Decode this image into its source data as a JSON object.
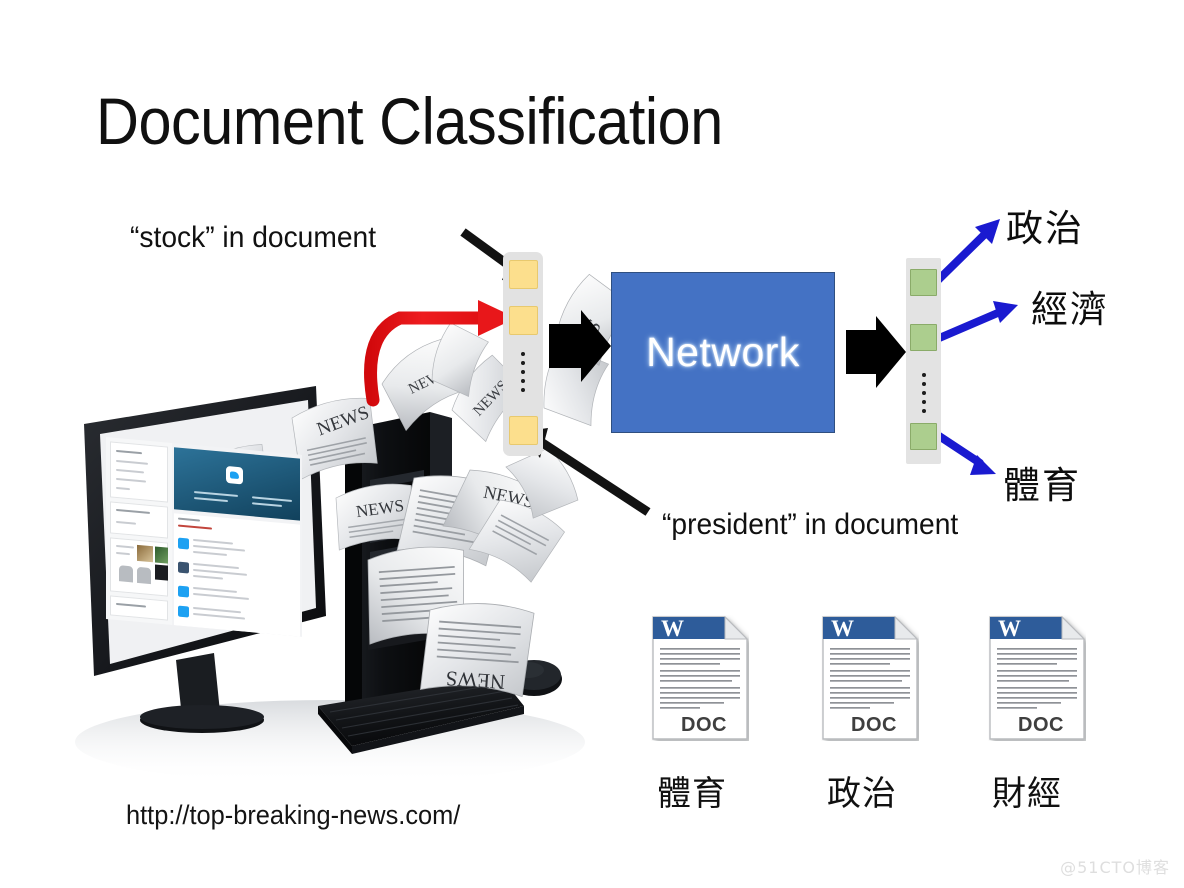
{
  "slide": {
    "title": "Document Classification",
    "background_color": "#ffffff",
    "watermark": "@51CTO博客"
  },
  "annotations": {
    "stock": "“stock” in document",
    "president": "“president” in document",
    "url": "http://top-breaking-news.com/"
  },
  "network": {
    "label": "Network",
    "box_color": "#4472c4",
    "text_color": "#ffffff",
    "border_color": "#2f4f80"
  },
  "input_vector": {
    "name": "document feature vector",
    "cell_color": "#fcdf8d",
    "cell_border": "#e8c96e",
    "column_color": "#e2e2e2",
    "cell_count_visible": 3,
    "ellipsis_dots": 5
  },
  "output_vector": {
    "name": "class score vector",
    "cell_color": "#acce8e",
    "cell_border": "#8aab69",
    "column_color": "#e3e3e3",
    "cell_count_visible": 3,
    "ellipsis_dots": 5
  },
  "output_classes": [
    {
      "label": "政治",
      "meaning": "politics"
    },
    {
      "label": "經濟",
      "meaning": "economy"
    },
    {
      "label": "體育",
      "meaning": "sports"
    }
  ],
  "arrow_colors": {
    "black_block": "#000000",
    "red_curved": "#e8171a",
    "blue_output": "#1a1ad0",
    "pointer": "#111111"
  },
  "documents": [
    {
      "file_type": "DOC",
      "badge": "W",
      "caption": "體育",
      "meaning": "sports"
    },
    {
      "file_type": "DOC",
      "badge": "W",
      "caption": "政治",
      "meaning": "politics"
    },
    {
      "file_type": "DOC",
      "badge": "W",
      "caption": "財經",
      "meaning": "finance"
    }
  ],
  "doc_icon": {
    "header_color": "#2e5c9a",
    "body_color": "#ffffff",
    "label_color": "#3f3f3f",
    "badge_color": "#ffffff"
  },
  "photo": {
    "description": "desktop computer monitor, tower, keyboard and mouse with newspapers flying out",
    "screen_site": "Twitter",
    "newspaper_text": "NEWS",
    "monitor_color": "#15171a",
    "tower_color": "#0e1013",
    "newspaper_color": "#d7d9dc"
  }
}
